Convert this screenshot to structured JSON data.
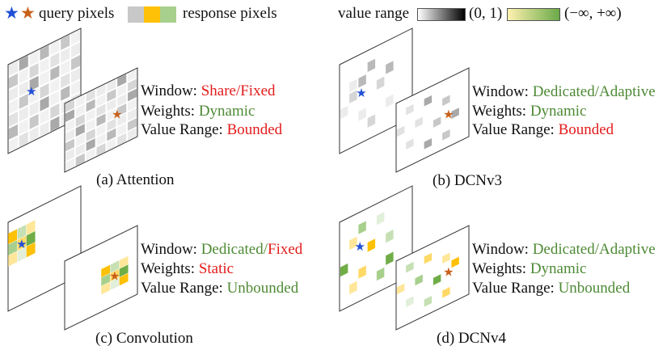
{
  "legend": {
    "query_label": "query pixels",
    "response_label": "response pixels",
    "value_range_label": "value range",
    "range_bounded": "(0, 1)",
    "range_unbounded": "(−∞, +∞)"
  },
  "colors": {
    "query_star_a": "#1f4fd6",
    "query_star_b": "#c8601a",
    "gray_cell": "#c8c8c8",
    "yellow_cell": "#ffc107",
    "green_cell": "#a8d08d",
    "red_text": "#e31b1b",
    "green_text": "#4e8a35"
  },
  "panels": [
    {
      "id": "attention",
      "caption": "(a) Attention",
      "rows": [
        {
          "key": "Window: ",
          "value": "Share/Fixed",
          "tone": "red"
        },
        {
          "key": "Weights: ",
          "value": "Dynamic",
          "tone": "green"
        },
        {
          "key": "Value Range: ",
          "value": "Bounded",
          "tone": "red"
        }
      ]
    },
    {
      "id": "dcnv3",
      "caption": "(b) DCNv3",
      "rows": [
        {
          "key": "Window: ",
          "value": "Dedicated/Adaptive",
          "tone": "green"
        },
        {
          "key": "Weights: ",
          "value": "Dynamic",
          "tone": "green"
        },
        {
          "key": "Value Range: ",
          "value": "Bounded",
          "tone": "red"
        }
      ]
    },
    {
      "id": "convolution",
      "caption": "(c) Convolution",
      "rows": [
        {
          "key": "Window: ",
          "value": "Dedicated/",
          "value2": "Fixed",
          "tone": "green",
          "tone2": "red"
        },
        {
          "key": "Weights: ",
          "value": "Static",
          "tone": "red"
        },
        {
          "key": "Value Range: ",
          "value": "Unbounded",
          "tone": "green"
        }
      ]
    },
    {
      "id": "dcnv4",
      "caption": "(d) DCNv4",
      "rows": [
        {
          "key": "Window: ",
          "value": "Dedicated/Adaptive",
          "tone": "green"
        },
        {
          "key": "Weights: ",
          "value": "Dynamic",
          "tone": "green"
        },
        {
          "key": "Value Range: ",
          "value": "Unbounded",
          "tone": "green"
        }
      ]
    }
  ]
}
